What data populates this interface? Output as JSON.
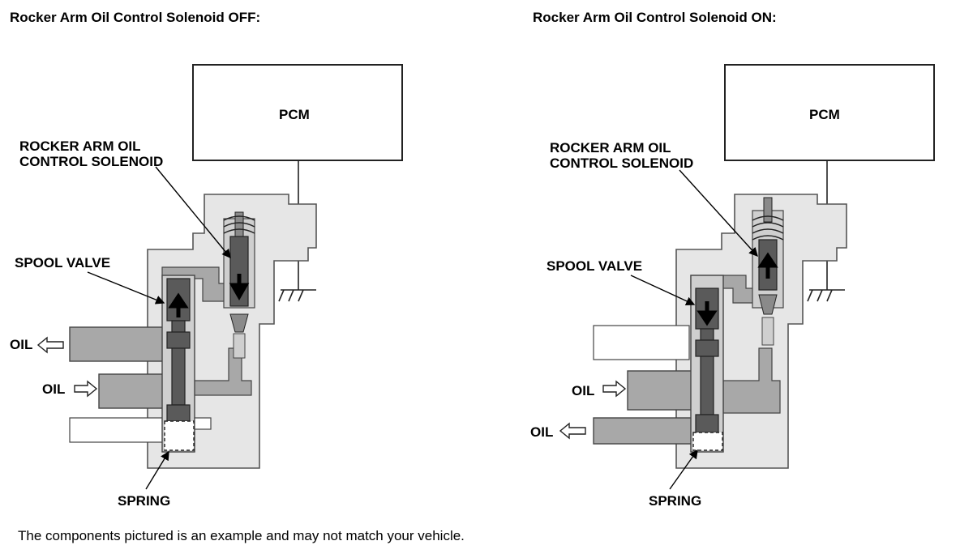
{
  "left_panel": {
    "title": "Rocker Arm Oil Control Solenoid OFF:",
    "pcm_label": "PCM",
    "solenoid_label_line1": "ROCKER ARM OIL",
    "solenoid_label_line2": "CONTROL SOLENOID",
    "spool_valve_label": "SPOOL VALVE",
    "oil_out_label": "OIL",
    "oil_in_label": "OIL",
    "spring_label": "SPRING"
  },
  "right_panel": {
    "title": "Rocker Arm Oil Control Solenoid ON:",
    "pcm_label": "PCM",
    "solenoid_label_line1": "ROCKER ARM OIL",
    "solenoid_label_line2": "CONTROL SOLENOID",
    "spool_valve_label": "SPOOL VALVE",
    "oil_in_label": "OIL",
    "oil_out_label": "OIL",
    "spring_label": "SPRING"
  },
  "footnote": "The components pictured is an example and may not match your vehicle.",
  "colors": {
    "housing": "#e6e6e6",
    "oil_passage": "#a8a8a8",
    "spool_dark": "#5a5a5a",
    "outline": "#222222"
  }
}
